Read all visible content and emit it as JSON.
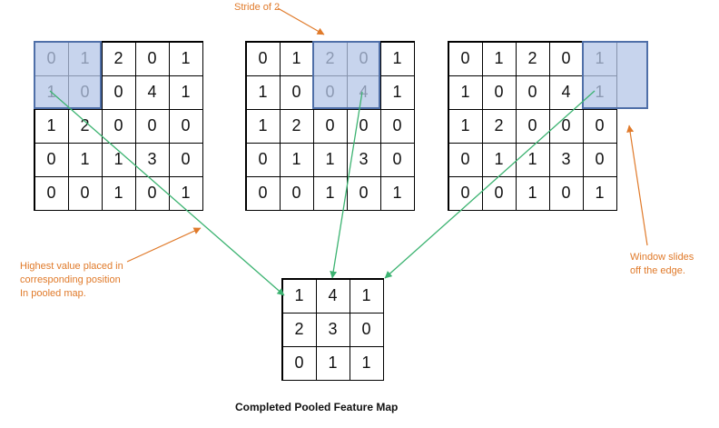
{
  "grid_a": [
    [
      0,
      1,
      2,
      0,
      1
    ],
    [
      1,
      0,
      0,
      4,
      1
    ],
    [
      1,
      2,
      0,
      0,
      0
    ],
    [
      0,
      1,
      1,
      3,
      0
    ],
    [
      0,
      0,
      1,
      0,
      1
    ]
  ],
  "grid_b": [
    [
      0,
      1,
      2,
      0,
      1
    ],
    [
      1,
      0,
      0,
      4,
      1
    ],
    [
      1,
      2,
      0,
      0,
      0
    ],
    [
      0,
      1,
      1,
      3,
      0
    ],
    [
      0,
      0,
      1,
      0,
      1
    ]
  ],
  "grid_c": [
    [
      0,
      1,
      2,
      0,
      1
    ],
    [
      1,
      0,
      0,
      4,
      1
    ],
    [
      1,
      2,
      0,
      0,
      0
    ],
    [
      0,
      1,
      1,
      3,
      0
    ],
    [
      0,
      0,
      1,
      0,
      1
    ]
  ],
  "pooled": [
    [
      1,
      4,
      1
    ],
    [
      2,
      3,
      0
    ],
    [
      0,
      1,
      1
    ]
  ],
  "annotations": {
    "stride": "Stride of 2",
    "highest_line1": "Highest value placed in",
    "highest_line2": "corresponding position",
    "highest_line3": "In pooled map.",
    "window_line1": "Window slides",
    "window_line2": "off the edge."
  },
  "caption": "Completed Pooled Feature Map",
  "colors": {
    "highlight_fill": "#b4c6e7",
    "highlight_border": "#4f6fa8",
    "annotation": "#e07a2a",
    "arrow": "#3cb371"
  }
}
